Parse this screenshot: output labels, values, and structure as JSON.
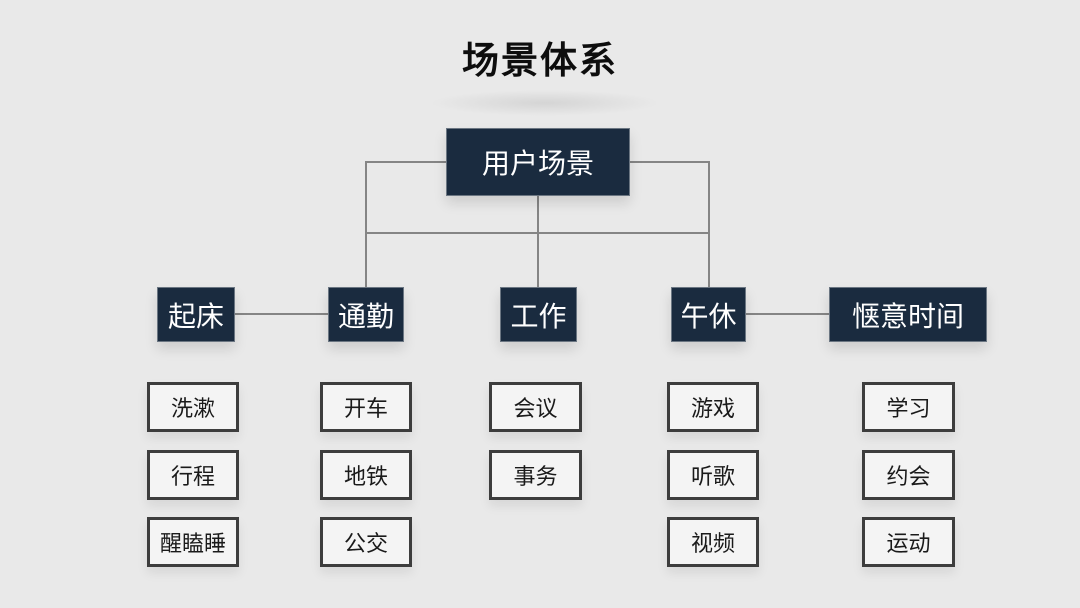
{
  "title": "场景体系",
  "root": {
    "label": "用户场景"
  },
  "columns": [
    {
      "label": "起床",
      "children": [
        "洗漱",
        "行程",
        "醒瞌睡"
      ]
    },
    {
      "label": "通勤",
      "children": [
        "开车",
        "地铁",
        "公交"
      ]
    },
    {
      "label": "工作",
      "children": [
        "会议",
        "事务"
      ]
    },
    {
      "label": "午休",
      "children": [
        "游戏",
        "听歌",
        "视频"
      ]
    },
    {
      "label": "惬意时间",
      "children": [
        "学习",
        "约会",
        "运动"
      ]
    }
  ],
  "colors": {
    "background": "#e9e9e9",
    "node_dark": "#1a2b3f",
    "node_dark_border": "#6b7682",
    "node_dark_text": "#ffffff",
    "node_light": "#f4f4f4",
    "node_light_border": "#3d3d3d",
    "node_light_text": "#1a1a1a",
    "connector": "#858585",
    "title_text": "#0d0d0d"
  }
}
